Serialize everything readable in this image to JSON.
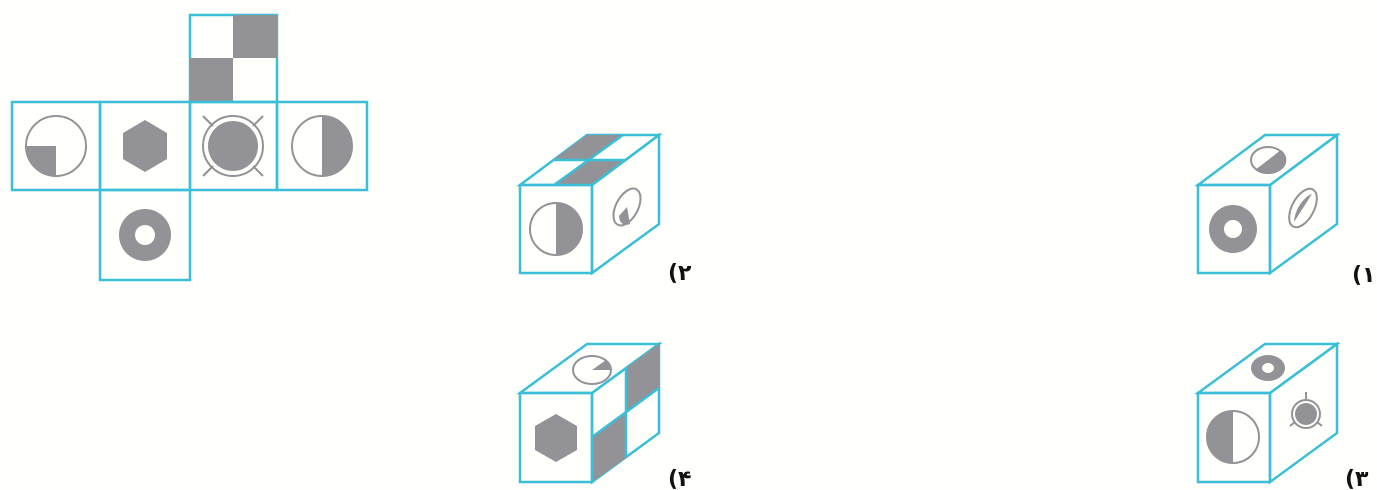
{
  "colors": {
    "outline": "#3bbfd8",
    "fill": "#929297",
    "circle_stroke": "#929297",
    "background": "#fffffb"
  },
  "net": {
    "faces": {
      "top": "checkerboard",
      "left": "quarter-circle",
      "center_left": "hexagon",
      "center": "rayed-circle",
      "right": "half-circle",
      "bottom": "ring"
    }
  },
  "options": [
    {
      "label": "(۱",
      "front": "ring",
      "top": "small-half-circle-diagonal",
      "side": "small-half-circle-diagonal"
    },
    {
      "label": "(۲",
      "front": "half-circle",
      "top": "checkerboard",
      "side": "quarter-circle"
    },
    {
      "label": "(۳",
      "front": "half-circle",
      "top": "ring",
      "side": "rayed-circle"
    },
    {
      "label": "(۴",
      "front": "hexagon",
      "top": "quarter-circle",
      "side": "checkerboard"
    }
  ]
}
